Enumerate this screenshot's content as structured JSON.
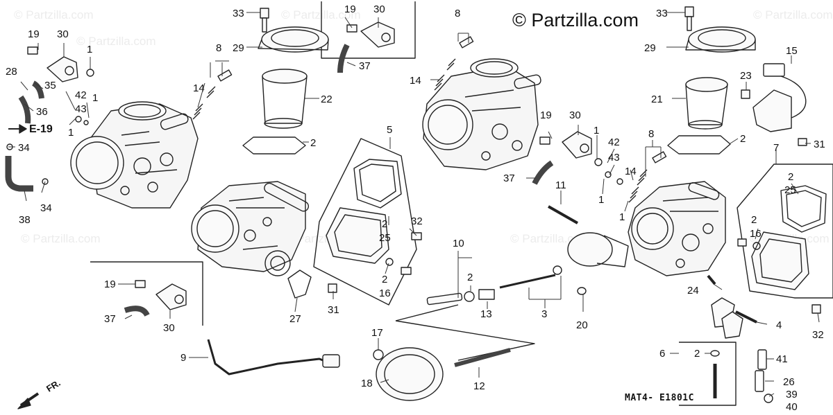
{
  "header": {
    "copyright": "© Partzilla.com"
  },
  "watermark": "© Partzilla.com",
  "diagram_code": "MAT4- E1801C",
  "direction_label": "FR.",
  "reference_label": "E-19",
  "callouts": [
    {
      "id": "c33a",
      "text": "33"
    },
    {
      "id": "c29a",
      "text": "29"
    },
    {
      "id": "c22",
      "text": "22"
    },
    {
      "id": "c2a",
      "text": "2"
    },
    {
      "id": "c19a",
      "text": "19"
    },
    {
      "id": "c30a",
      "text": "30"
    },
    {
      "id": "c1a",
      "text": "1"
    },
    {
      "id": "c28",
      "text": "28"
    },
    {
      "id": "c35",
      "text": "35"
    },
    {
      "id": "c42a",
      "text": "42"
    },
    {
      "id": "c1b",
      "text": "1"
    },
    {
      "id": "c43a",
      "text": "43"
    },
    {
      "id": "c36",
      "text": "36"
    },
    {
      "id": "c1c",
      "text": "1"
    },
    {
      "id": "c34a",
      "text": "34"
    },
    {
      "id": "c34b",
      "text": "34"
    },
    {
      "id": "c38",
      "text": "38"
    },
    {
      "id": "c8a",
      "text": "8"
    },
    {
      "id": "c14a",
      "text": "14"
    },
    {
      "id": "c19b",
      "text": "19"
    },
    {
      "id": "c30b",
      "text": "30"
    },
    {
      "id": "c37a",
      "text": "37"
    },
    {
      "id": "c5",
      "text": "5"
    },
    {
      "id": "c2b",
      "text": "2"
    },
    {
      "id": "c25a",
      "text": "25"
    },
    {
      "id": "c2c",
      "text": "2"
    },
    {
      "id": "c16a",
      "text": "16"
    },
    {
      "id": "c32a",
      "text": "32"
    },
    {
      "id": "c19c",
      "text": "19"
    },
    {
      "id": "c37b",
      "text": "37"
    },
    {
      "id": "c30c",
      "text": "30"
    },
    {
      "id": "c27",
      "text": "27"
    },
    {
      "id": "c31a",
      "text": "31"
    },
    {
      "id": "c9",
      "text": "9"
    },
    {
      "id": "c10",
      "text": "10"
    },
    {
      "id": "c2d",
      "text": "2"
    },
    {
      "id": "c13",
      "text": "13"
    },
    {
      "id": "c3",
      "text": "3"
    },
    {
      "id": "c17",
      "text": "17"
    },
    {
      "id": "c18",
      "text": "18"
    },
    {
      "id": "c12",
      "text": "12"
    },
    {
      "id": "c8b",
      "text": "8"
    },
    {
      "id": "c14b",
      "text": "14"
    },
    {
      "id": "c19d",
      "text": "19"
    },
    {
      "id": "c30d",
      "text": "30"
    },
    {
      "id": "c1d",
      "text": "1"
    },
    {
      "id": "c42b",
      "text": "42"
    },
    {
      "id": "c43b",
      "text": "43"
    },
    {
      "id": "c1e",
      "text": "1"
    },
    {
      "id": "c1f",
      "text": "1"
    },
    {
      "id": "c37c",
      "text": "37"
    },
    {
      "id": "c11",
      "text": "11"
    },
    {
      "id": "c8c",
      "text": "8"
    },
    {
      "id": "c14c",
      "text": "14"
    },
    {
      "id": "c20",
      "text": "20"
    },
    {
      "id": "c33b",
      "text": "33"
    },
    {
      "id": "c29b",
      "text": "29"
    },
    {
      "id": "c21",
      "text": "21"
    },
    {
      "id": "c2e",
      "text": "2"
    },
    {
      "id": "c15",
      "text": "15"
    },
    {
      "id": "c23",
      "text": "23"
    },
    {
      "id": "c31b",
      "text": "31"
    },
    {
      "id": "c7",
      "text": "7"
    },
    {
      "id": "c2f",
      "text": "2"
    },
    {
      "id": "c25b",
      "text": "25"
    },
    {
      "id": "c2g",
      "text": "2"
    },
    {
      "id": "c16b",
      "text": "16"
    },
    {
      "id": "c24",
      "text": "24"
    },
    {
      "id": "c4",
      "text": "4"
    },
    {
      "id": "c32b",
      "text": "32"
    },
    {
      "id": "c6",
      "text": "6"
    },
    {
      "id": "c2h",
      "text": "2"
    },
    {
      "id": "c41",
      "text": "41"
    },
    {
      "id": "c26",
      "text": "26"
    },
    {
      "id": "c39",
      "text": "39"
    },
    {
      "id": "c40",
      "text": "40"
    }
  ]
}
